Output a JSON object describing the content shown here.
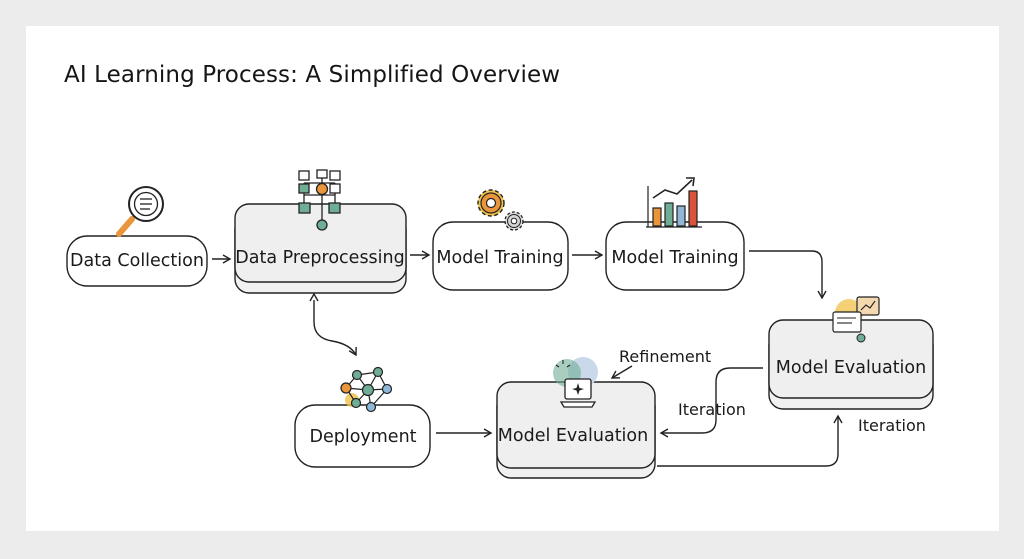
{
  "title": "AI Learning Process: A Simplified Overview",
  "nodes": {
    "data_collection": {
      "label": "Data Collection",
      "icon": "magnifier-document-icon"
    },
    "data_preprocessing": {
      "label": "Data Preprocessing",
      "icon": "flowchart-icon"
    },
    "model_training_1": {
      "label": "Model Training",
      "icon": "gears-icon"
    },
    "model_training_2": {
      "label": "Model Training",
      "icon": "bar-chart-icon"
    },
    "model_evaluation_top": {
      "label": "Model Evaluation",
      "icon": "dashboard-cards-icon"
    },
    "deployment": {
      "label": "Deployment",
      "icon": "network-graph-icon"
    },
    "model_evaluation_bottom": {
      "label": "Model Evaluation",
      "icon": "laptop-sparkle-icon"
    }
  },
  "edge_labels": {
    "refinement": "Refinement",
    "iteration_left": "Iteration",
    "iteration_right": "Iteration"
  },
  "colors": {
    "accent_orange": "#e8953c",
    "accent_green": "#6fae95",
    "accent_red": "#d9543a",
    "accent_yellow": "#f0c24a",
    "accent_blue": "#8fb8d8"
  }
}
